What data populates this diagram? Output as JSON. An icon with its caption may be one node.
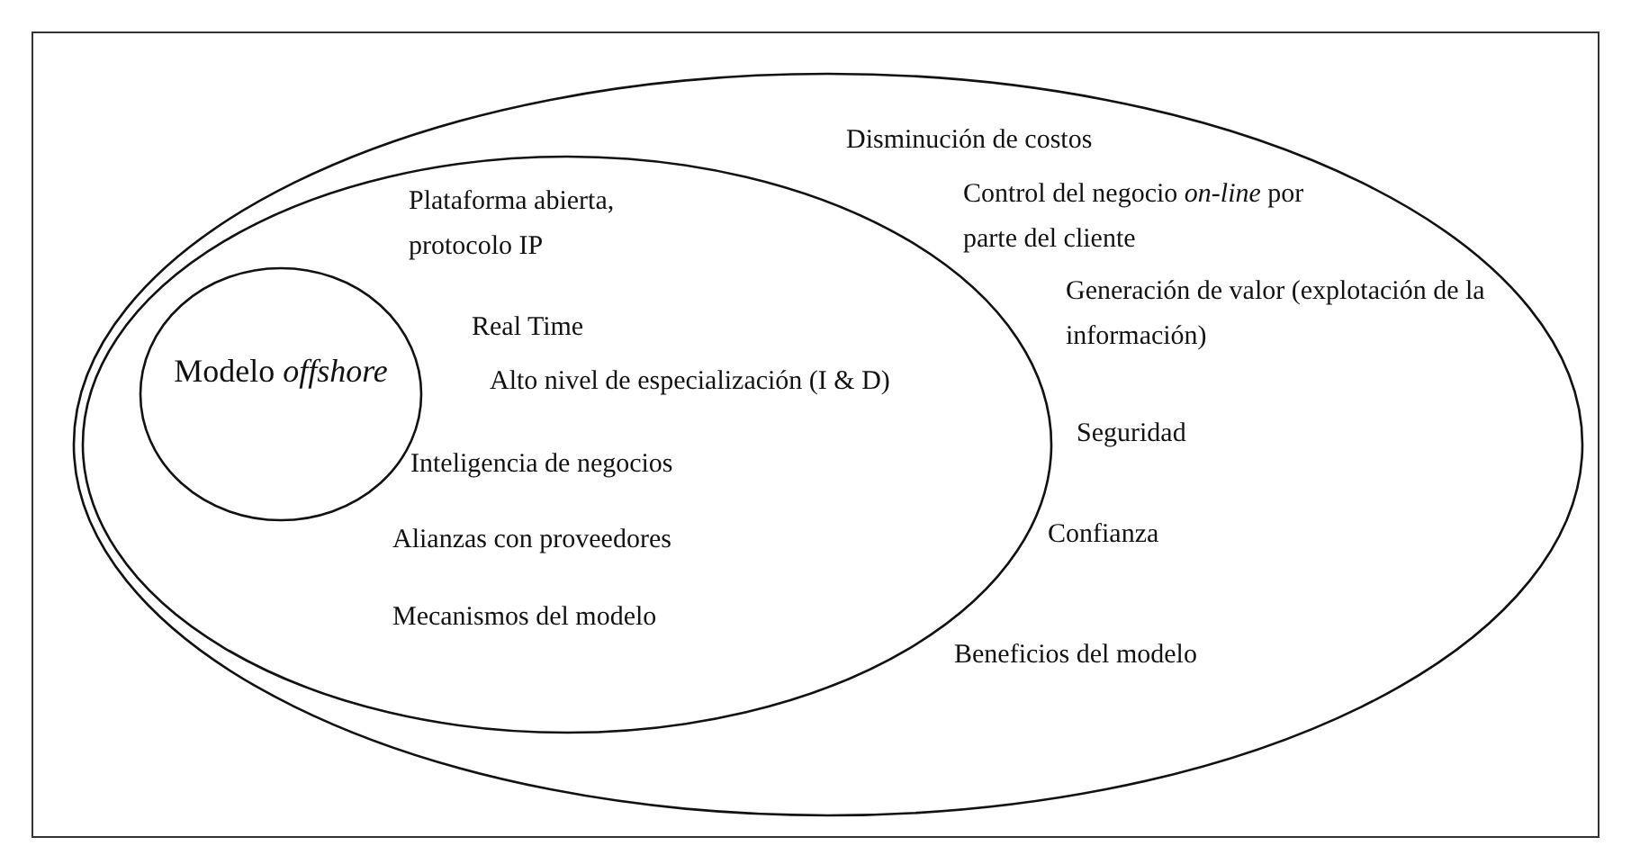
{
  "diagram": {
    "nodes": [
      {
        "text": [
          "Disminución de costos",
          "Control del negocio *on-line* por parte del cliente",
          "Generación de valor (explotación de la información)",
          "Seguridad",
          "Confianza",
          "Beneficios del modelo"
        ]
      },
      {
        "text": [
          "Plataforma abierta, protocolo IP",
          "Real Time",
          "Alto nivel de especialización (I & D)",
          "Inteligencia de negocios",
          "Alianzas con proveedores",
          "Mecanismos del  modelo"
        ],
        "in": 0
      },
      {
        "text": [
          "Modelo *offshore*"
        ],
        "in": 1
      }
    ]
  }
}
